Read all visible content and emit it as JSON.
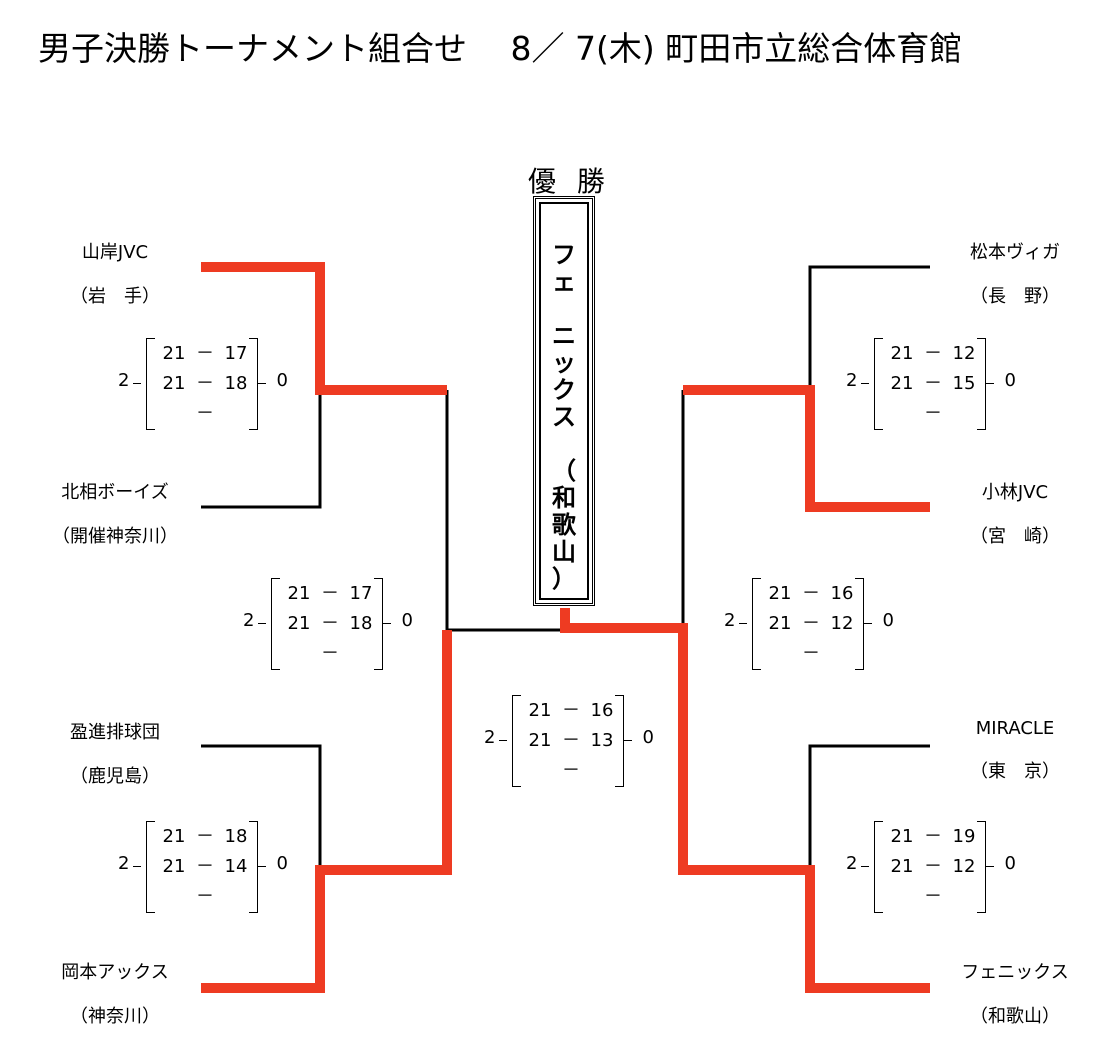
{
  "title": "男子決勝トーナメント組合せ　 8／ 7(木) 町田市立総合体育館",
  "champion": {
    "label": "優 勝",
    "chars": [
      "フ",
      "ェ",
      "",
      "ニ",
      "ッ",
      "ク",
      "ス",
      "",
      "（",
      "和",
      "歌",
      "山",
      "）"
    ],
    "name": "フェニックス（和歌山）"
  },
  "teams": [
    {
      "name": "山岸JVC",
      "pref": "（岩　手）"
    },
    {
      "name": "北相ボーイズ",
      "pref": "（開催神奈川）"
    },
    {
      "name": "盈進排球団",
      "pref": "（鹿児島）"
    },
    {
      "name": "岡本アックス",
      "pref": "（神奈川）"
    },
    {
      "name": "松本ヴィガ",
      "pref": "（長　野）"
    },
    {
      "name": "小林JVC",
      "pref": "（宮　崎）"
    },
    {
      "name": "MIRACLE",
      "pref": "（東　京）"
    },
    {
      "name": "フェニックス",
      "pref": "（和歌山）"
    }
  ],
  "matches": [
    {
      "left": "2",
      "right": "0",
      "sets": [
        [
          "21",
          "17"
        ],
        [
          "21",
          "18"
        ],
        [
          "",
          ""
        ]
      ]
    },
    {
      "left": "2",
      "right": "0",
      "sets": [
        [
          "21",
          "18"
        ],
        [
          "21",
          "14"
        ],
        [
          "",
          ""
        ]
      ]
    },
    {
      "left": "2",
      "right": "0",
      "sets": [
        [
          "21",
          "12"
        ],
        [
          "21",
          "15"
        ],
        [
          "",
          ""
        ]
      ]
    },
    {
      "left": "2",
      "right": "0",
      "sets": [
        [
          "21",
          "19"
        ],
        [
          "21",
          "12"
        ],
        [
          "",
          ""
        ]
      ]
    },
    {
      "left": "2",
      "right": "0",
      "sets": [
        [
          "21",
          "17"
        ],
        [
          "21",
          "18"
        ],
        [
          "",
          ""
        ]
      ]
    },
    {
      "left": "2",
      "right": "0",
      "sets": [
        [
          "21",
          "16"
        ],
        [
          "21",
          "12"
        ],
        [
          "",
          ""
        ]
      ]
    },
    {
      "left": "2",
      "right": "0",
      "sets": [
        [
          "21",
          "16"
        ],
        [
          "21",
          "13"
        ],
        [
          "",
          ""
        ]
      ]
    }
  ],
  "dash": "－",
  "colors": {
    "winner": "#ee3b22",
    "line": "#000000"
  }
}
